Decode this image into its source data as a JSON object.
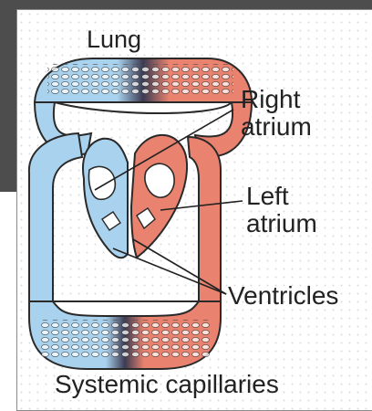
{
  "labels": {
    "lung": "Lung",
    "right_atrium": "Right\natrium",
    "left_atrium": "Left\natrium",
    "ventricles": "Ventricles",
    "systemic_capillaries": "Systemic capillaries"
  },
  "colors": {
    "deoxygenated": "#a9d2ee",
    "oxygenated": "#e9826e",
    "outline": "#2a2a2a",
    "background_bar": "#4d4d4d"
  }
}
